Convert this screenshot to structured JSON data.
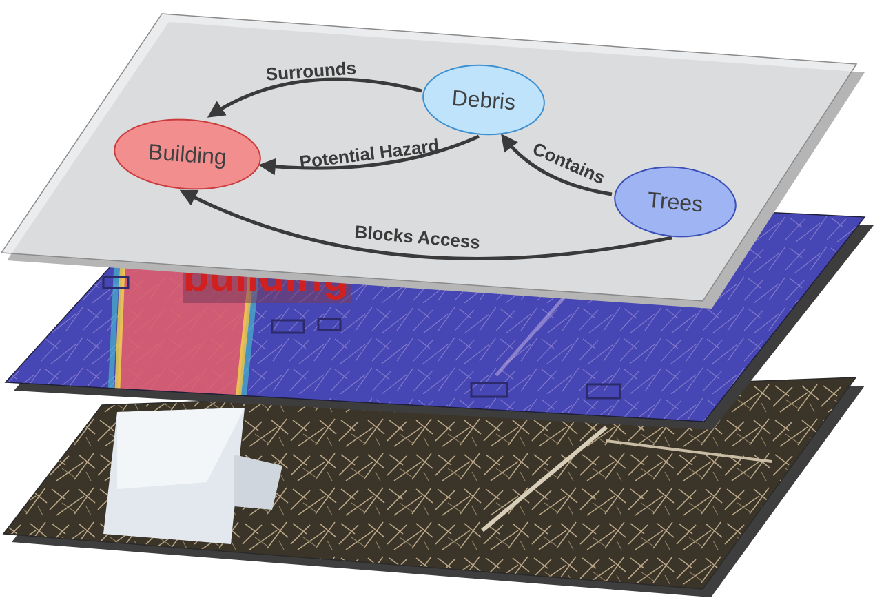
{
  "layers": {
    "graph": {
      "name": "scene-graph-layer"
    },
    "heatmap": {
      "name": "segmentation-heatmap-layer",
      "segment_label": "building"
    },
    "photo": {
      "name": "aerial-photo-layer"
    }
  },
  "nodes": [
    {
      "id": "building",
      "label": "Building",
      "fill": "#f28e8e",
      "stroke": "#cc3b3b"
    },
    {
      "id": "debris",
      "label": "Debris",
      "fill": "#bfe3fb",
      "stroke": "#3c8fd0"
    },
    {
      "id": "trees",
      "label": "Trees",
      "fill": "#9fb4f2",
      "stroke": "#3a4fb8"
    }
  ],
  "edges": [
    {
      "from": "debris",
      "to": "building",
      "label": "Surrounds"
    },
    {
      "from": "debris",
      "to": "building",
      "label": "Potential Hazard"
    },
    {
      "from": "trees",
      "to": "debris",
      "label": "Contains"
    },
    {
      "from": "trees",
      "to": "building",
      "label": "Blocks Access"
    }
  ],
  "colors": {
    "graph_plane": "#e6e7e9",
    "heatmap_low": "#2f36a8",
    "heatmap_high": "#e8403a",
    "edge": "#3a3a3a"
  }
}
